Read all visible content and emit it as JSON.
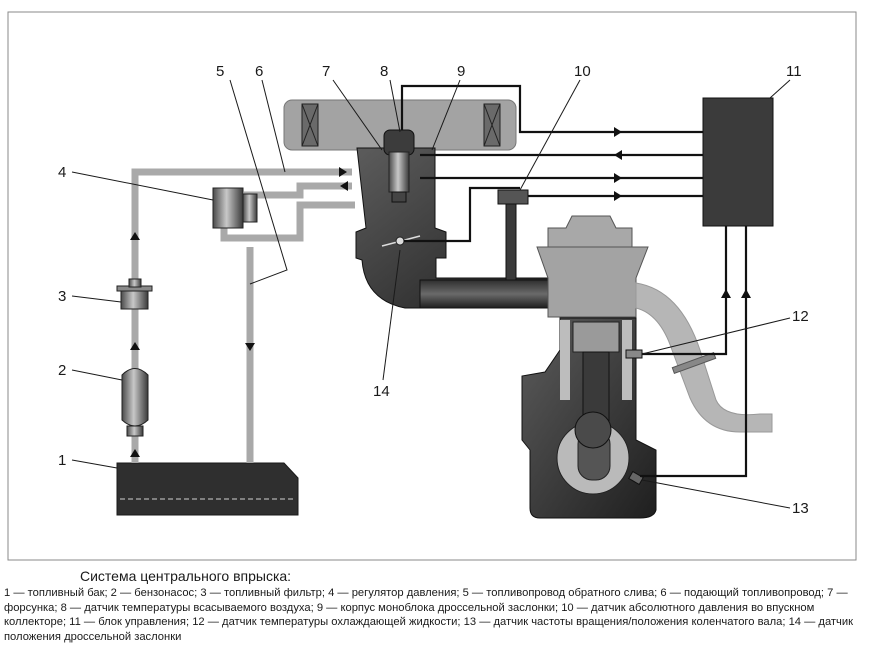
{
  "diagram": {
    "title": "Система центрального впрыска",
    "callouts": [
      {
        "id": "1",
        "label": "1"
      },
      {
        "id": "2",
        "label": "2"
      },
      {
        "id": "3",
        "label": "3"
      },
      {
        "id": "4",
        "label": "4"
      },
      {
        "id": "5",
        "label": "5"
      },
      {
        "id": "6",
        "label": "6"
      },
      {
        "id": "7",
        "label": "7"
      },
      {
        "id": "8",
        "label": "8"
      },
      {
        "id": "9",
        "label": "9"
      },
      {
        "id": "10",
        "label": "10"
      },
      {
        "id": "11",
        "label": "11"
      },
      {
        "id": "12",
        "label": "12"
      },
      {
        "id": "13",
        "label": "13"
      },
      {
        "id": "14",
        "label": "14"
      }
    ],
    "colors": {
      "frame": "#8a8a8a",
      "pipe": "#a9a9a9",
      "dark": "#2b2b2b",
      "mid": "#5a5a5a",
      "light": "#bdbdbd",
      "wire": "#111111"
    }
  },
  "caption": {
    "title": "Система центрального впрыска:",
    "text": "1 — топливный бак; 2 — бензонасос; 3 — топливный фильтр; 4 — регулятор давления; 5 — топливопровод обратного слива; 6 — подающий топливопровод; 7 — форсунка; 8 — датчик температуры всасываемого воздуха; 9 — корпус моноблока дроссельной заслонки; 10 — датчик абсолютного давления во впускном коллекторе; 11 — блок управления; 12 — датчик температуры охлаждающей жидкости; 13 — датчик частоты вращения/положения коленчатого вала; 14 — датчик положения дроссельной заслонки"
  }
}
